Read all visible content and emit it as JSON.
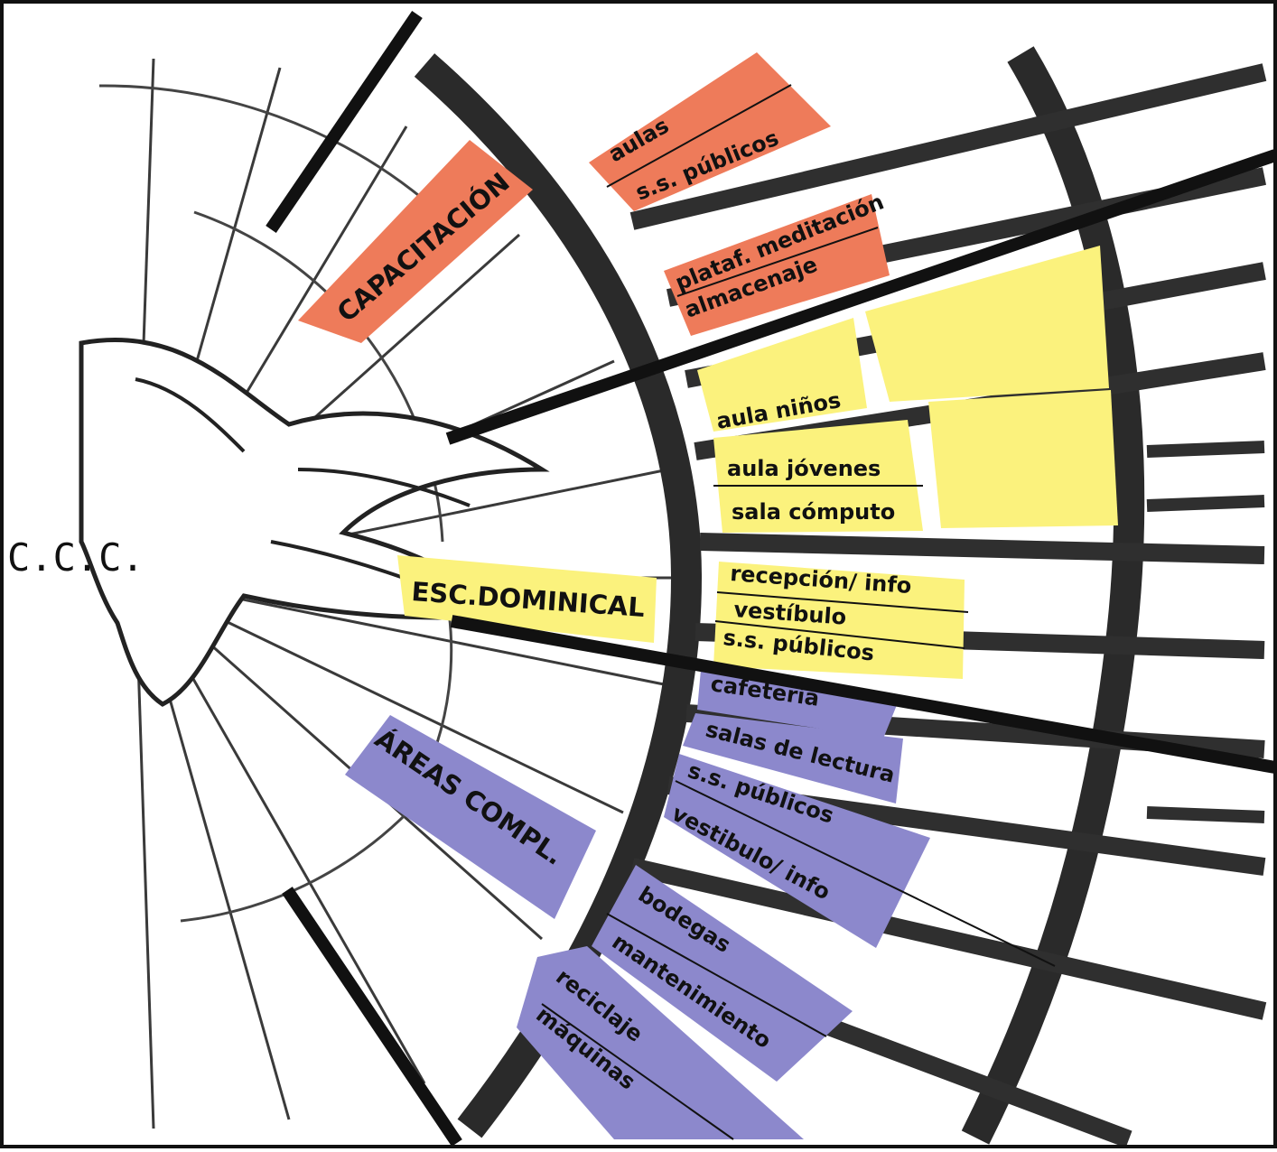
{
  "title": "C.C.C.",
  "colors": {
    "capacitacion": "#ee7b5a",
    "esc_dominical": "#fbf27d",
    "areas_compl": "#8c88cc",
    "structure": "#2a2a2a",
    "axis": "#111111",
    "background": "#ffffff"
  },
  "zones": {
    "capacitacion": {
      "title": "CAPACITACIÓN",
      "rooms": [
        "aulas",
        "s.s. públicos",
        "plataf. meditación",
        "almacenaje"
      ]
    },
    "esc_dominical": {
      "title": "ESC.DOMINICAL",
      "rooms": [
        "aula niños",
        "aula jóvenes",
        "sala cómputo",
        "recepción/ info",
        "vestíbulo",
        "s.s. públicos"
      ]
    },
    "areas_compl": {
      "title": "ÁREAS COMPL.",
      "rooms": [
        "cafetería",
        "salas de lectura",
        "s.s. públicos",
        "vestibulo/ info",
        "bodegas",
        "mantenimiento",
        "reciclaje",
        "máquinas"
      ]
    }
  }
}
